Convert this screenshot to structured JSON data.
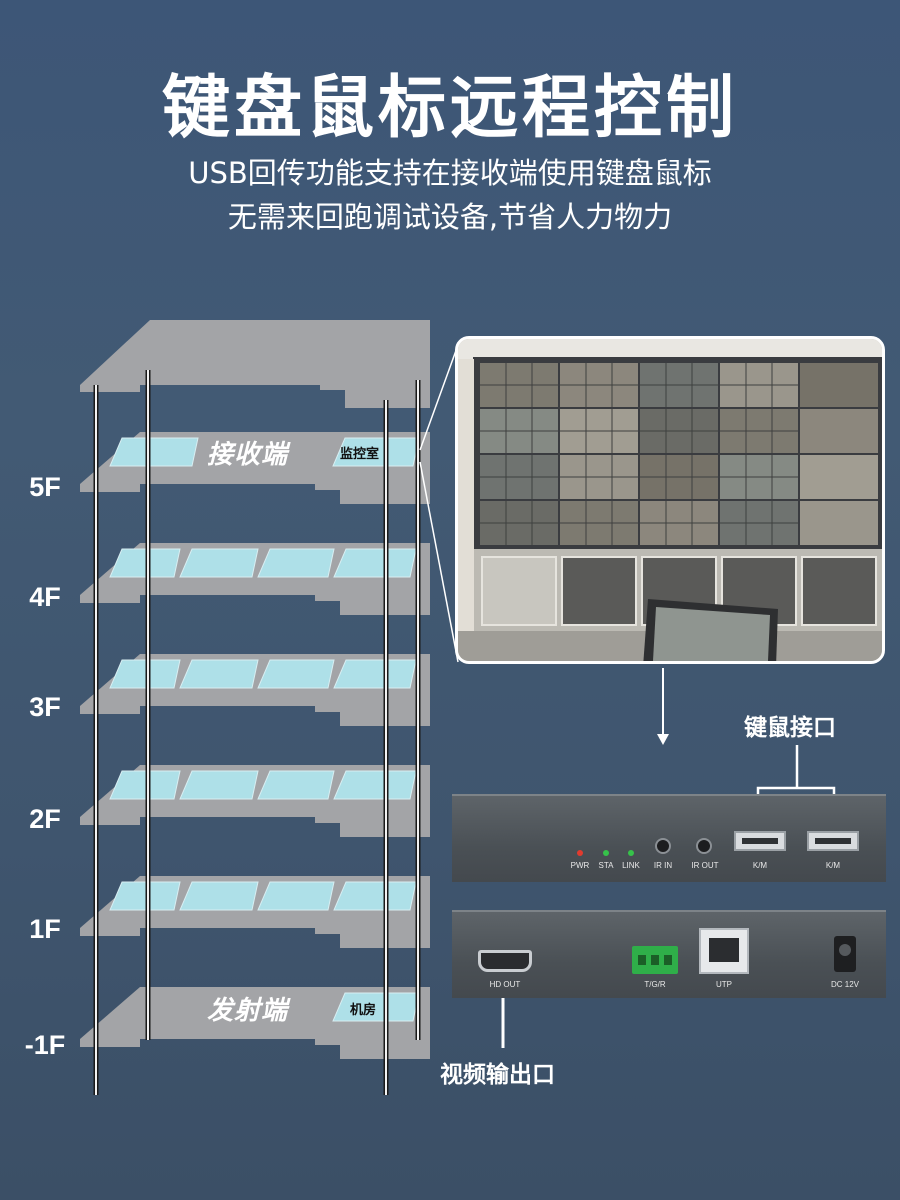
{
  "header": {
    "title": "键盘鼠标远程控制",
    "subtitle_line1": "USB回传功能支持在接收端使用键盘鼠标",
    "subtitle_line2": "无需来回跑调试设备,节省人力物力"
  },
  "building": {
    "floors": [
      "5F",
      "4F",
      "3F",
      "2F",
      "1F",
      "-1F"
    ],
    "receiver_label": "接收端",
    "receiver_room": "监控室",
    "transmitter_label": "发射端",
    "transmitter_room": "机房"
  },
  "callouts": {
    "km_port": "键鼠接口",
    "video_out": "视频输出口"
  },
  "receiver_device": {
    "indicators": [
      "PWR",
      "STA",
      "LINK"
    ],
    "indicator_colors": [
      "#e23b2e",
      "#36c24a",
      "#36c24a"
    ],
    "jacks": [
      "IR IN",
      "IR OUT"
    ],
    "usb_ports": [
      "K/M",
      "K/M"
    ]
  },
  "transmitter_device": {
    "ports": [
      "HD OUT",
      "T/G/R",
      "UTP",
      "DC 12V"
    ]
  },
  "colors": {
    "slab": "#a3a4a7",
    "room": "#aee0e8",
    "terminal_green": "#2fae49"
  }
}
